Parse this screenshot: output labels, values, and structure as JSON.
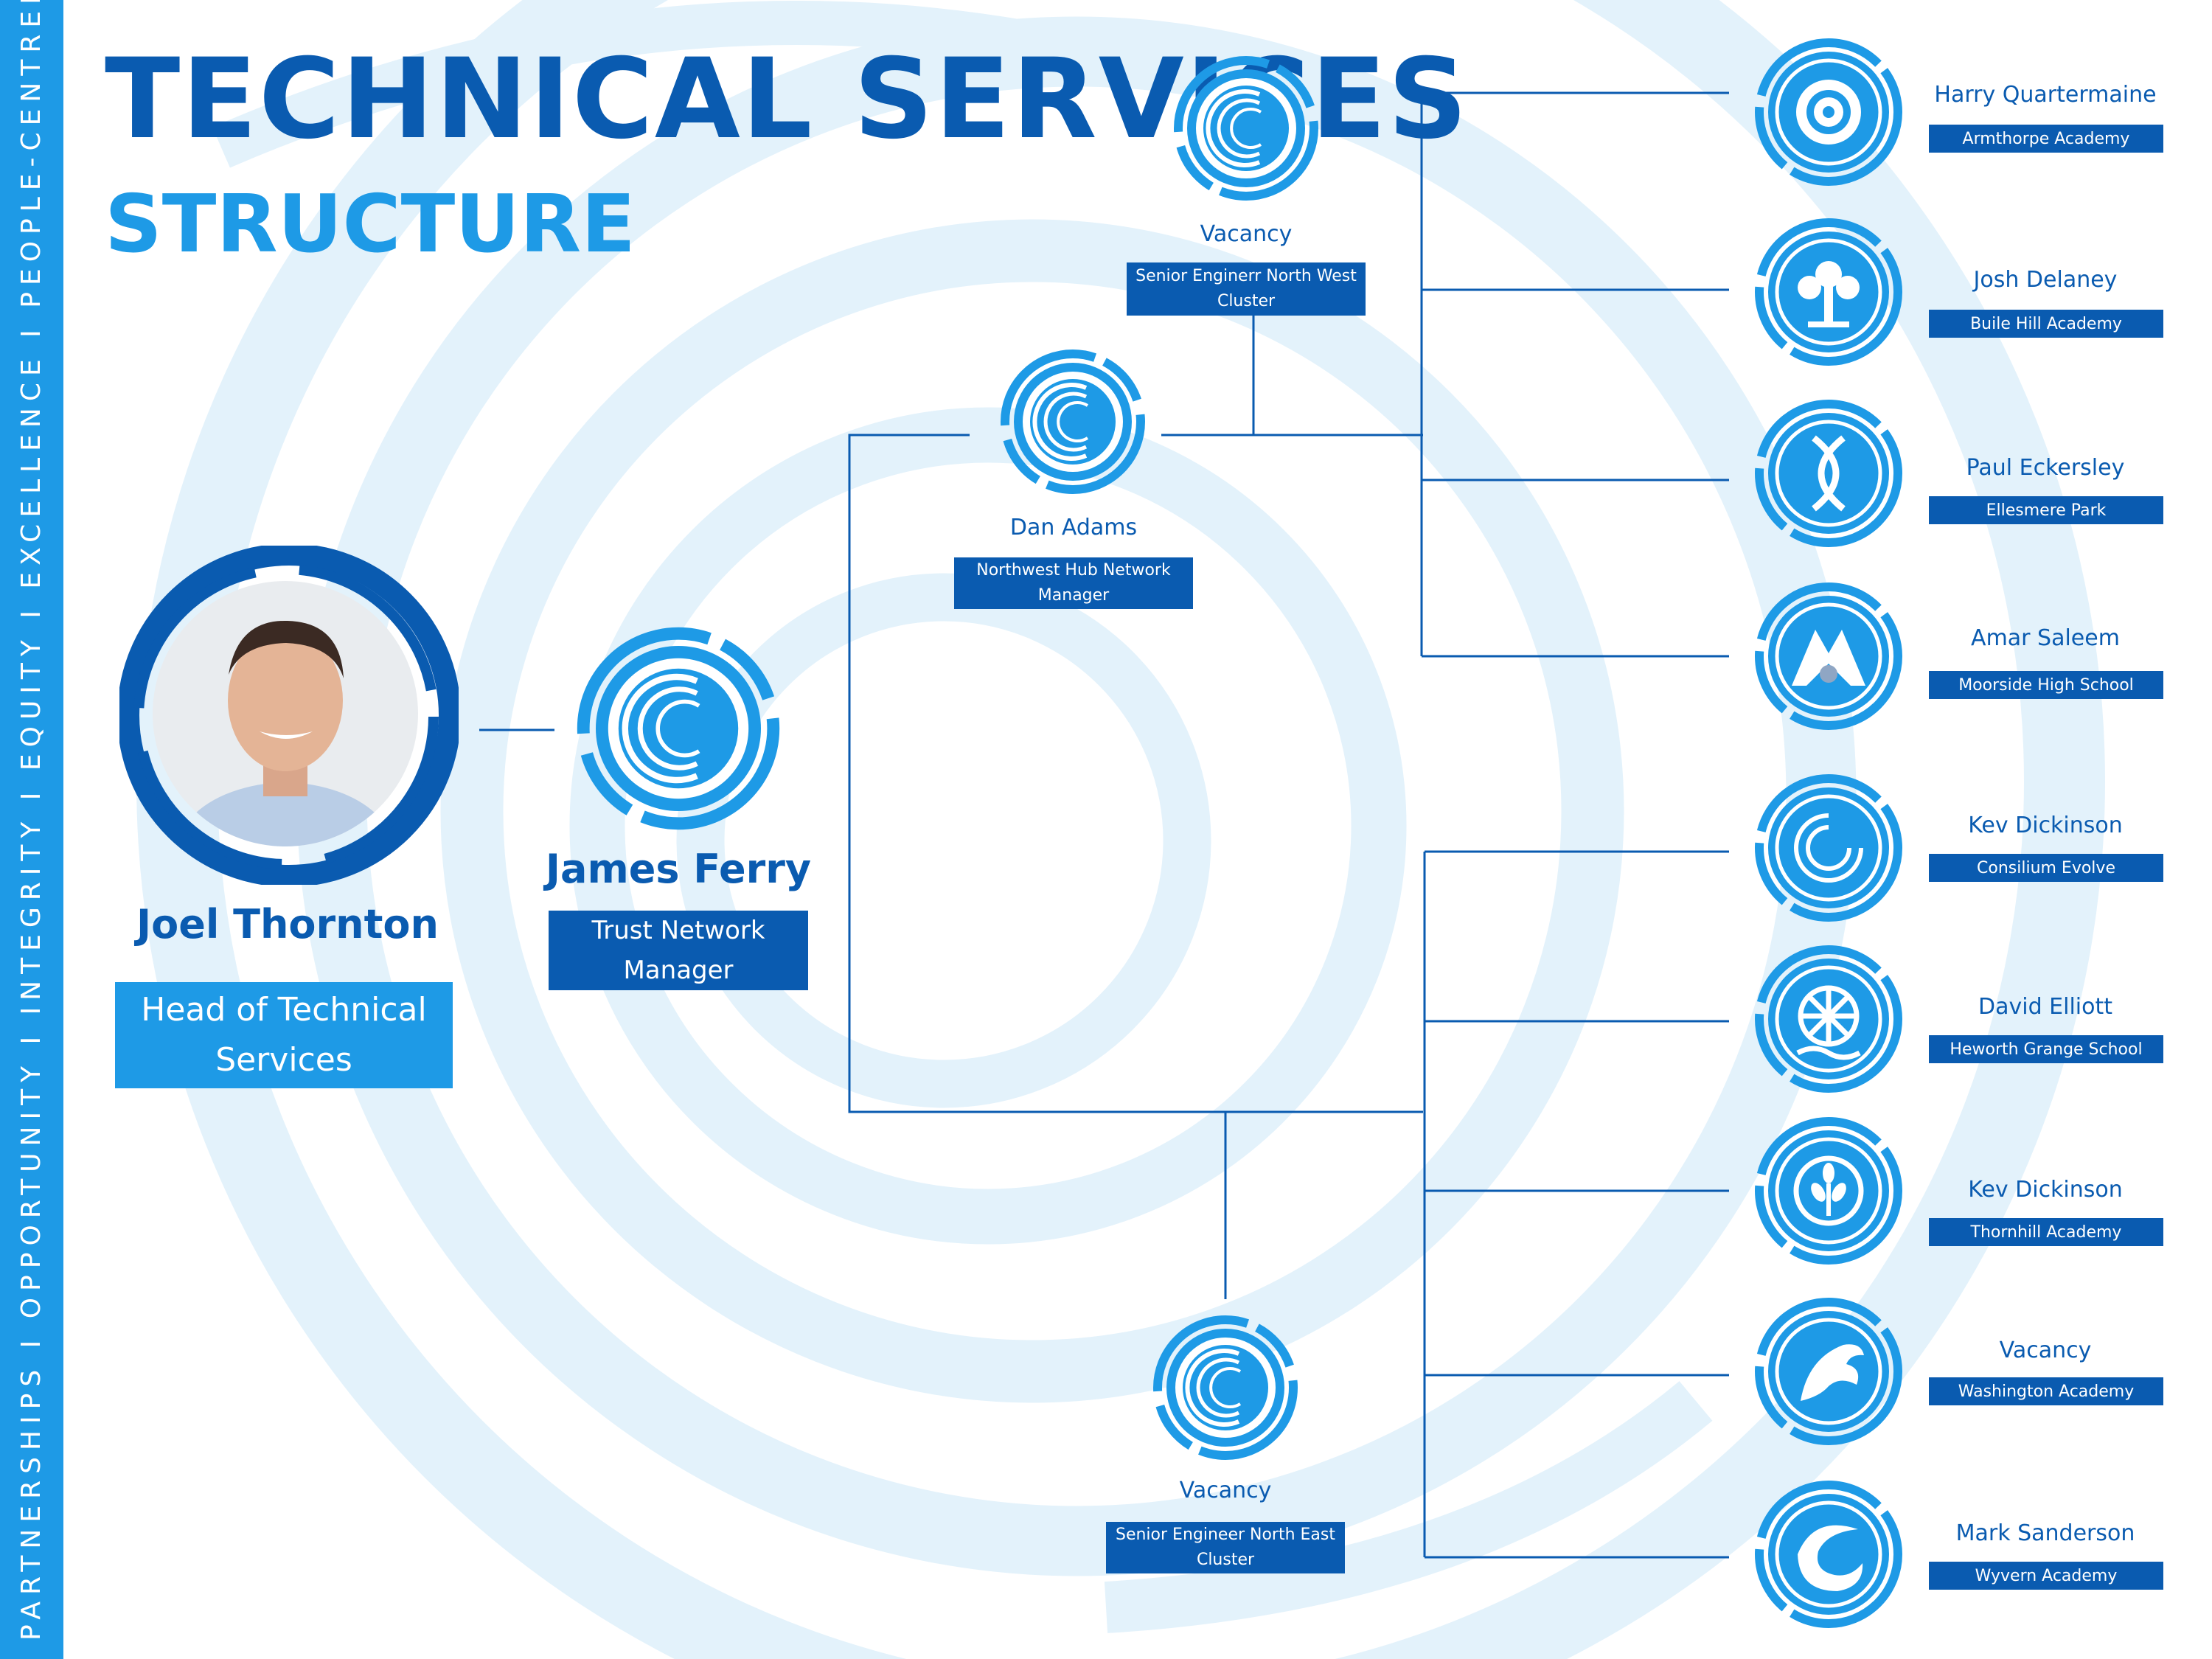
{
  "header": {
    "title": "TECHNICAL SERVICES",
    "subtitle": "STRUCTURE"
  },
  "sidebar": {
    "values": "PARTNERSHIPS I OPPORTUNITY I INTEGRITY I EQUITY I EXCELLENCE I PEOPLE-CENTRED"
  },
  "colors": {
    "dark_blue": "#0a5bb0",
    "light_blue": "#1e9ae6",
    "swirl_bg": "#e3f2fb"
  },
  "head": {
    "name": "Joel Thornton",
    "role": "Head of Technical Services"
  },
  "manager": {
    "name": "James Ferry",
    "role": "Trust Network Manager"
  },
  "hub": {
    "name": "Dan Adams",
    "role": "Northwest Hub Network Manager"
  },
  "cluster_north_west": {
    "name": "Vacancy",
    "role": "Senior Enginerr North West Cluster"
  },
  "cluster_north_east": {
    "name": "Vacancy",
    "role": "Senior Engineer North East Cluster"
  },
  "schools": [
    {
      "name": "Harry Quartermaine",
      "school": "Armthorpe Academy",
      "icon": "rose-icon"
    },
    {
      "name": "Josh Delaney",
      "school": "Buile Hill Academy",
      "icon": "tree-icon"
    },
    {
      "name": "Paul Eckersley",
      "school": "Ellesmere Park",
      "icon": "dna-icon"
    },
    {
      "name": "Amar Saleem",
      "school": "Moorside High School",
      "icon": "mountain-lion-icon"
    },
    {
      "name": "Kev Dickinson",
      "school": "Consilium Evolve",
      "icon": "spiral-icon"
    },
    {
      "name": "David Elliott",
      "school": "Heworth Grange School",
      "icon": "wheel-icon"
    },
    {
      "name": "Kev Dickinson",
      "school": "Thornhill Academy",
      "icon": "wheat-icon"
    },
    {
      "name": "Vacancy",
      "school": "Washington Academy",
      "icon": "eagle-icon"
    },
    {
      "name": "Mark Sanderson",
      "school": "Wyvern Academy",
      "icon": "wyvern-icon"
    }
  ]
}
